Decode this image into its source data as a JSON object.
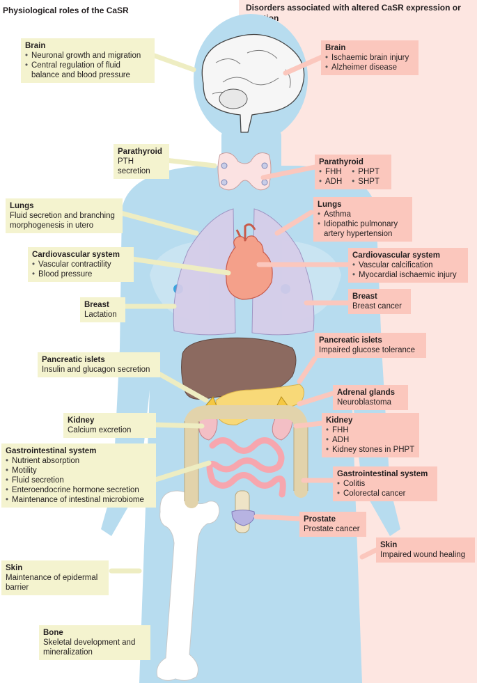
{
  "headers": {
    "left": "Physiological roles of the CaSR",
    "right": "Disorders associated with altered CaSR expression or function"
  },
  "colors": {
    "right_panel": "#fde6e1",
    "silhouette": "#b7dcef",
    "left_box": "#f4f3cf",
    "right_box": "#fbc7bd",
    "bone": "#ffffff",
    "lungs": "#d7cde9",
    "liver": "#8c6a60",
    "pancreas": "#f8d978",
    "kidney": "#f3bfc5",
    "intestine": "#f7a6ae",
    "colon": "#efe4c7"
  },
  "left": {
    "brain": {
      "title": "Brain",
      "items": [
        "Neuronal growth and migration",
        "Central regulation of fluid balance and blood pressure"
      ]
    },
    "parathyroid": {
      "title": "Parathyroid",
      "text": "PTH secretion"
    },
    "lungs": {
      "title": "Lungs",
      "text": "Fluid secretion and branching morphogenesis in utero"
    },
    "cardiovascular": {
      "title": "Cardiovascular system",
      "items": [
        "Vascular contractility",
        "Blood pressure"
      ]
    },
    "breast": {
      "title": "Breast",
      "text": "Lactation"
    },
    "pancreas": {
      "title": "Pancreatic islets",
      "text": "Insulin and glucagon secretion"
    },
    "kidney": {
      "title": "Kidney",
      "text": "Calcium excretion"
    },
    "gi": {
      "title": "Gastrointestinal system",
      "items": [
        "Nutrient absorption",
        "Motility",
        "Fluid secretion",
        "Enteroendocrine hormone secretion",
        "Maintenance of intestinal microbiome"
      ]
    },
    "skin": {
      "title": "Skin",
      "text": "Maintenance of epidermal barrier"
    },
    "bone": {
      "title": "Bone",
      "text": "Skeletal development and mineralization"
    }
  },
  "right": {
    "brain": {
      "title": "Brain",
      "items": [
        "Ischaemic brain injury",
        "Alzheimer disease"
      ]
    },
    "parathyroid": {
      "title": "Parathyroid",
      "col1": [
        "FHH",
        "ADH"
      ],
      "col2": [
        "PHPT",
        "SHPT"
      ]
    },
    "lungs": {
      "title": "Lungs",
      "items": [
        "Asthma",
        "Idiopathic pulmonary artery hypertension"
      ]
    },
    "cardiovascular": {
      "title": "Cardiovascular system",
      "items": [
        "Vascular calcification",
        "Myocardial ischaemic injury"
      ]
    },
    "breast": {
      "title": "Breast",
      "text": "Breast cancer"
    },
    "pancreas": {
      "title": "Pancreatic islets",
      "text": "Impaired glucose tolerance"
    },
    "adrenal": {
      "title": "Adrenal glands",
      "text": "Neuroblastoma"
    },
    "kidney": {
      "title": "Kidney",
      "items": [
        "FHH",
        "ADH",
        "Kidney stones in PHPT"
      ]
    },
    "gi": {
      "title": "Gastrointestinal system",
      "items": [
        "Colitis",
        "Colorectal cancer"
      ]
    },
    "prostate": {
      "title": "Prostate",
      "text": "Prostate cancer"
    },
    "skin": {
      "title": "Skin",
      "text": "Impaired wound healing"
    }
  }
}
